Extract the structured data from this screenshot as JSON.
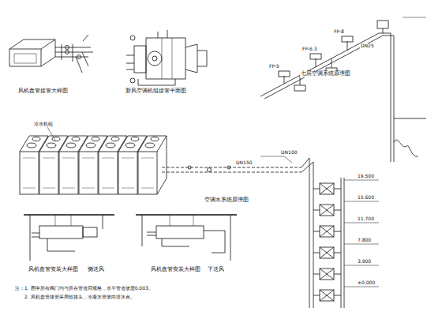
{
  "diagram": {
    "labels": [
      "风机盘管接管大样图",
      "新风空调机组接管平面图",
      "七层空调系统原理图",
      "空调水系统原理图",
      "风机盘管安装大样图",
      "侧送风",
      "风机盘管安装大样图",
      "下送风",
      "注：1. 图中所有阀门均与所在管道同规格，水平管道坡度0.003。",
      "2. 风机盘管接管采用软接头，冷凝水管坡向排水点。",
      "冷水机组",
      "DN150",
      "DN100",
      "DN25",
      "FP-5",
      "FP-6.3",
      "FP-8",
      "19.500",
      "15.600",
      "11.700",
      "7.800",
      "3.900",
      "±0.000"
    ]
  }
}
